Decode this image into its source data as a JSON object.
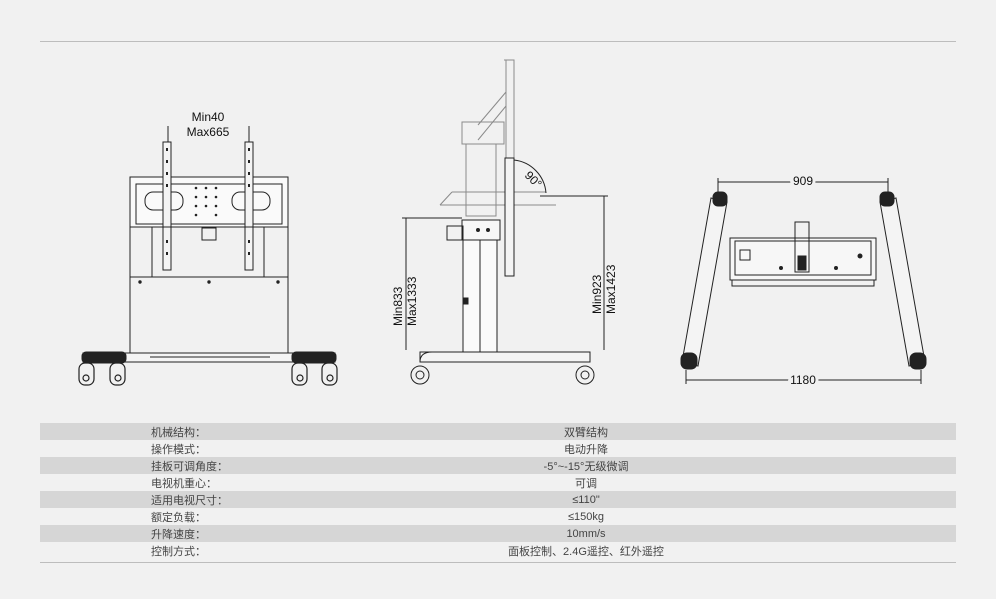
{
  "front_view": {
    "height_dim_min": "Min40",
    "height_dim_max": "Max665"
  },
  "side_view": {
    "tilt_angle": "90°",
    "left_dim_min": "Min833",
    "left_dim_max": "Max1333",
    "right_dim_min": "Min923",
    "right_dim_max": "Max1423"
  },
  "top_view": {
    "width_top": "909",
    "width_bottom": "1180"
  },
  "specs": [
    {
      "label": "机械结构：",
      "value": "双臂结构"
    },
    {
      "label": "操作模式：",
      "value": "电动升降"
    },
    {
      "label": "挂板可调角度：",
      "value": "-5°~-15°无级微调"
    },
    {
      "label": "电视机重心：",
      "value": "可调"
    },
    {
      "label": "适用电视尺寸：",
      "value": "≤110\""
    },
    {
      "label": "额定负载：",
      "value": "≤150kg"
    },
    {
      "label": "升降速度：",
      "value": "10mm/s"
    },
    {
      "label": "控制方式：",
      "value": "面板控制、2.4G遥控、红外遥控"
    }
  ]
}
